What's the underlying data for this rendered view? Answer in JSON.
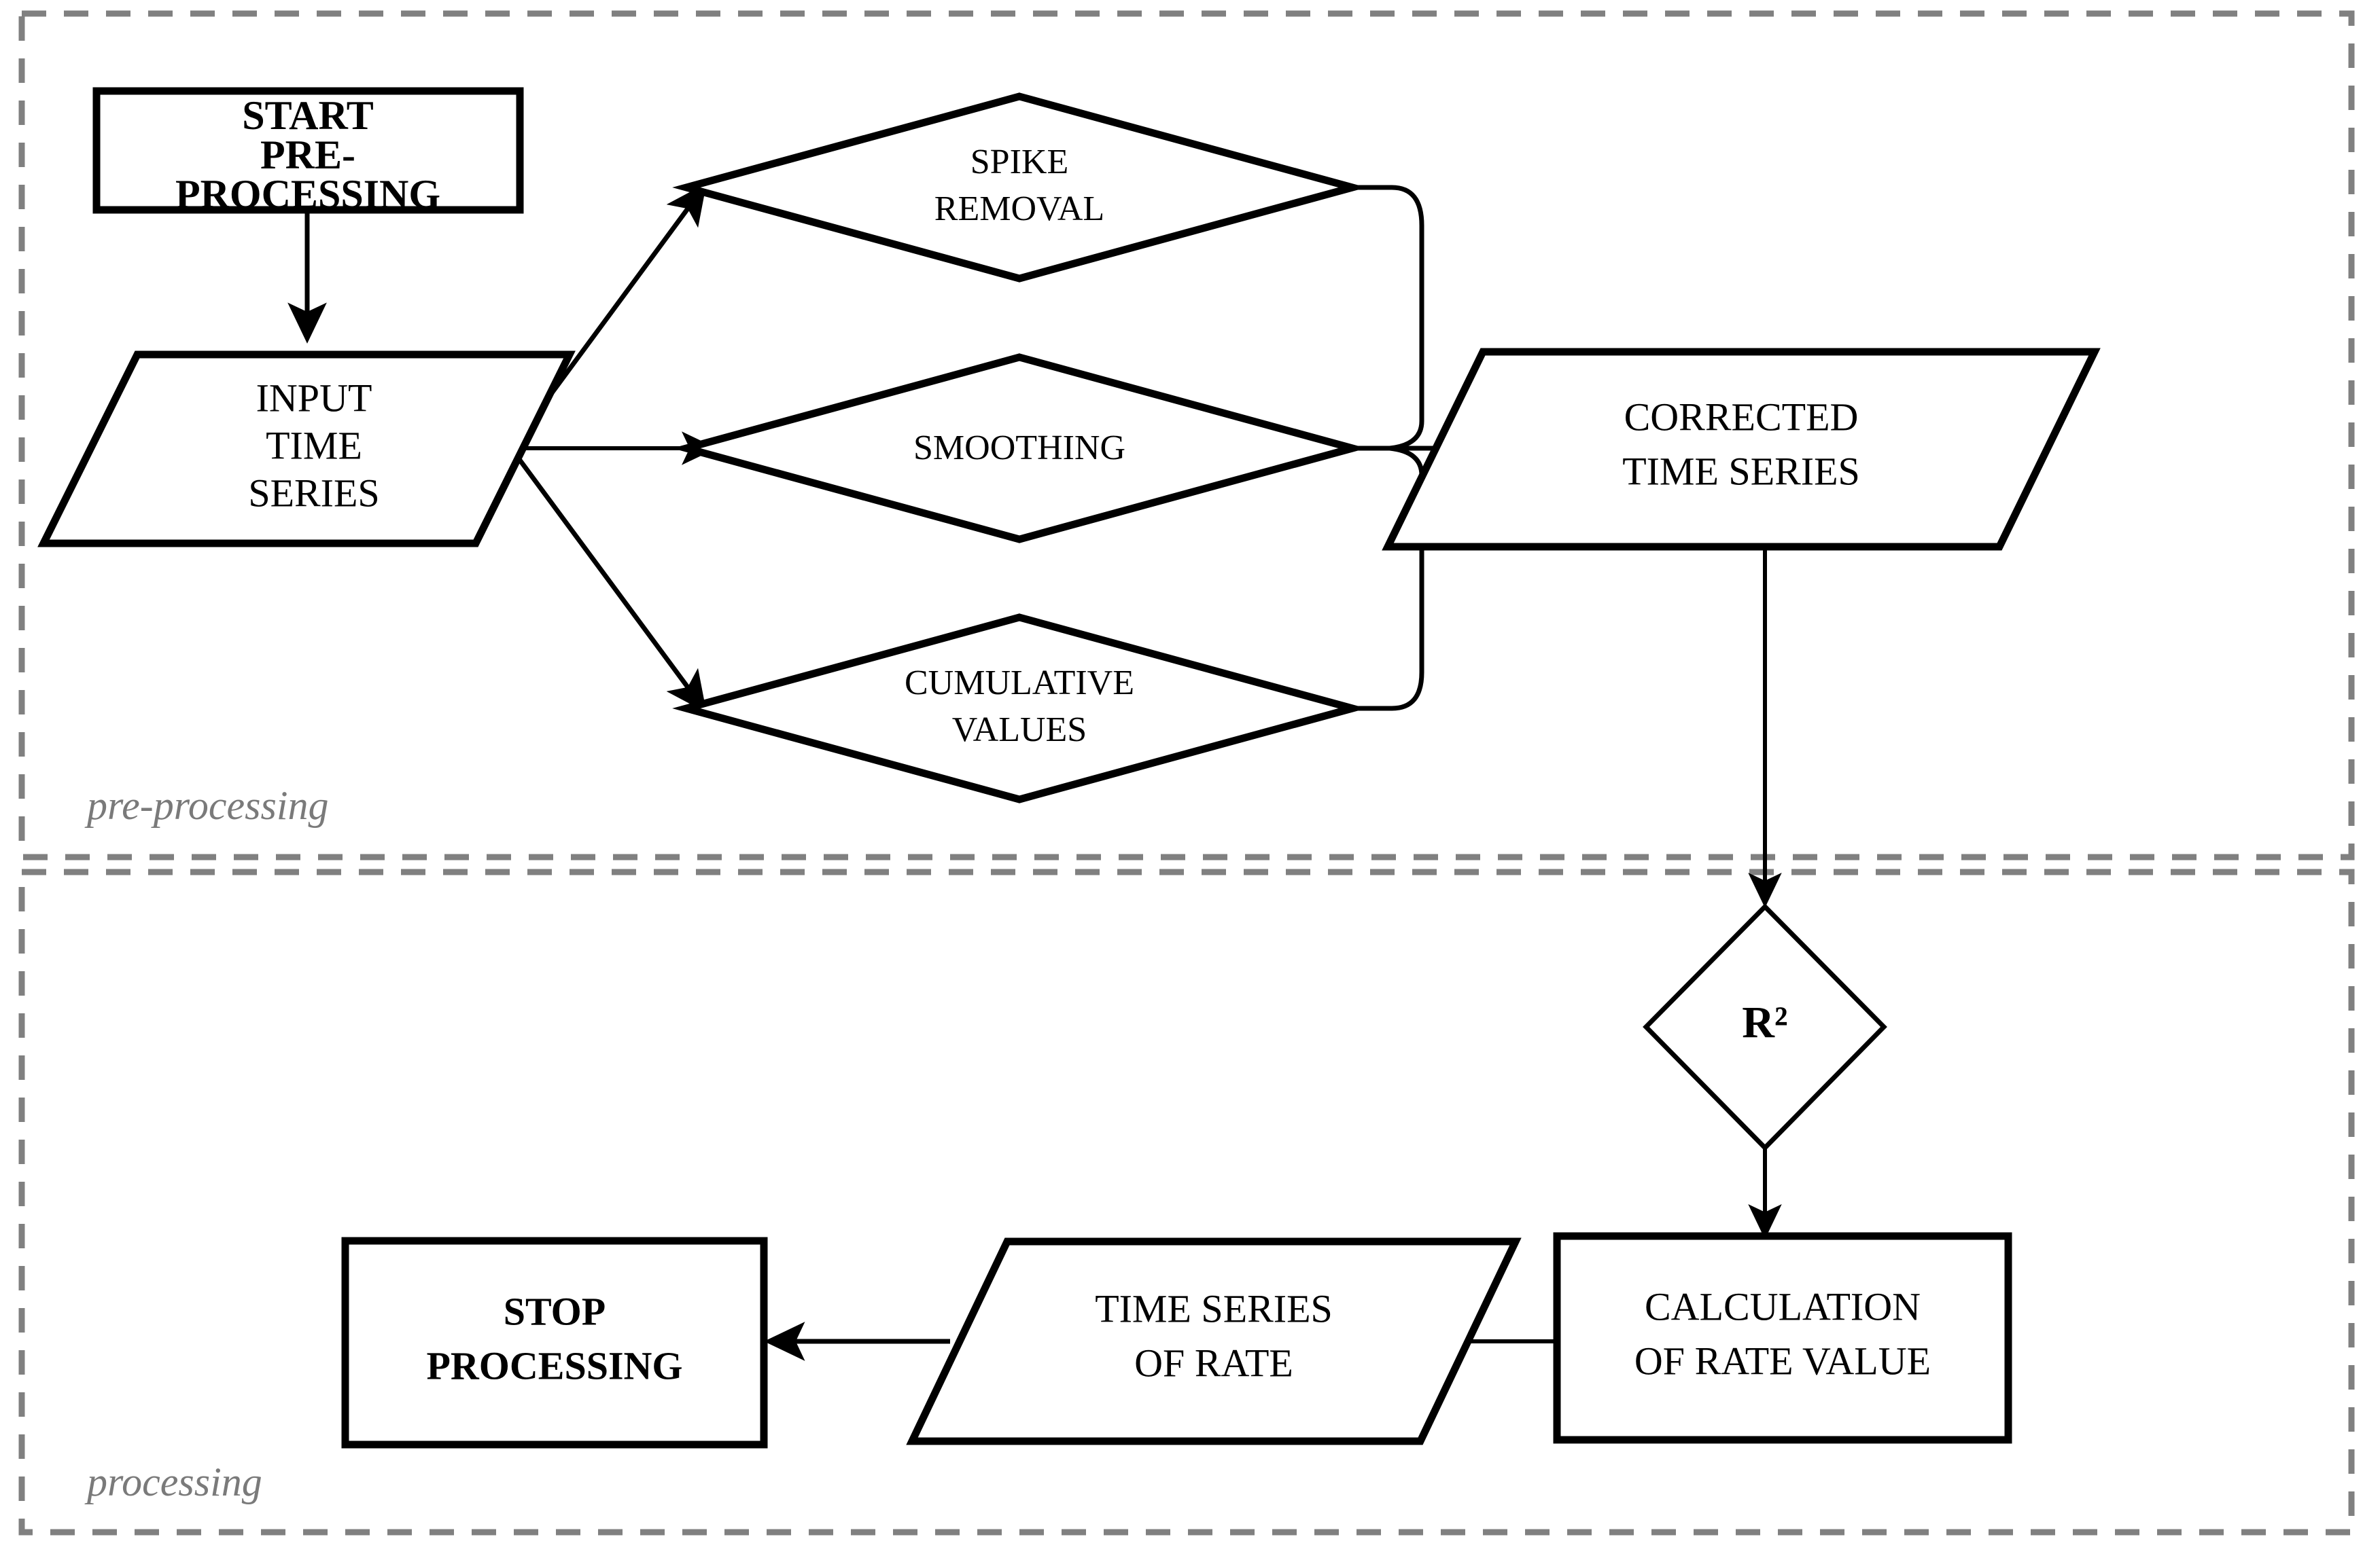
{
  "diagram": {
    "title": "Time series pre-processing and processing flowchart",
    "colors": {
      "stroke": "#000000",
      "region_border": "#808080",
      "region_caption": "#7a7a7a",
      "background": "#ffffff"
    },
    "regions": [
      {
        "id": "pre-processing",
        "caption": "pre-processing"
      },
      {
        "id": "processing",
        "caption": "processing"
      }
    ],
    "nodes": [
      {
        "id": "start",
        "shape": "rectangle",
        "bold": true,
        "lines": [
          "START",
          "PRE-",
          "PROCESSING"
        ]
      },
      {
        "id": "input",
        "shape": "parallelogram",
        "bold": false,
        "lines": [
          "INPUT",
          "TIME",
          "SERIES"
        ]
      },
      {
        "id": "spike",
        "shape": "diamond",
        "bold": false,
        "lines": [
          "SPIKE",
          "REMOVAL"
        ]
      },
      {
        "id": "smoothing",
        "shape": "diamond",
        "bold": false,
        "lines": [
          "SMOOTHING"
        ]
      },
      {
        "id": "cumulative",
        "shape": "diamond",
        "bold": false,
        "lines": [
          "CUMULATIVE",
          "VALUES"
        ]
      },
      {
        "id": "corrected",
        "shape": "parallelogram",
        "bold": false,
        "lines": [
          "CORRECTED",
          "TIME SERIES"
        ]
      },
      {
        "id": "r2",
        "shape": "diamond",
        "bold": true,
        "lines": [
          "R²"
        ]
      },
      {
        "id": "calculation",
        "shape": "rectangle",
        "bold": false,
        "lines": [
          "CALCULATION",
          "OF RATE VALUE"
        ]
      },
      {
        "id": "rate-series",
        "shape": "parallelogram",
        "bold": false,
        "lines": [
          "TIME SERIES",
          "OF RATE"
        ]
      },
      {
        "id": "stop",
        "shape": "rectangle",
        "bold": true,
        "lines": [
          "STOP",
          "PROCESSING"
        ]
      }
    ],
    "edges": [
      {
        "from": "start",
        "to": "input",
        "arrow": true
      },
      {
        "from": "input",
        "to": "spike",
        "arrow": true
      },
      {
        "from": "input",
        "to": "smoothing",
        "arrow": true
      },
      {
        "from": "input",
        "to": "cumulative",
        "arrow": true
      },
      {
        "from": "spike",
        "to": "corrected",
        "arrow": true
      },
      {
        "from": "smoothing",
        "to": "corrected",
        "arrow": true
      },
      {
        "from": "cumulative",
        "to": "corrected",
        "arrow": true
      },
      {
        "from": "corrected",
        "to": "r2",
        "arrow": true
      },
      {
        "from": "r2",
        "to": "calculation",
        "arrow": true
      },
      {
        "from": "calculation",
        "to": "rate-series",
        "arrow": true
      },
      {
        "from": "rate-series",
        "to": "stop",
        "arrow": true
      }
    ]
  }
}
